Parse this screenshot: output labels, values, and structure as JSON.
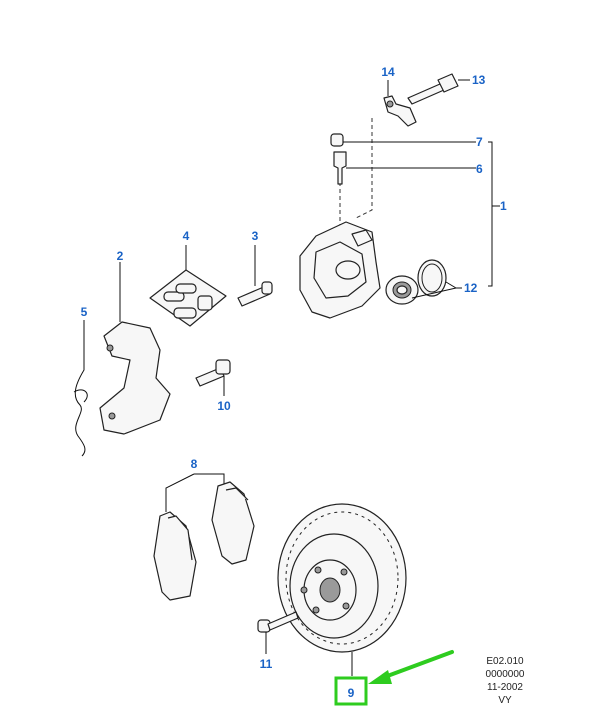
{
  "callouts": {
    "c1": "1",
    "c2": "2",
    "c3": "3",
    "c4": "4",
    "c5": "5",
    "c6": "6",
    "c7": "7",
    "c8": "8",
    "c9": "9",
    "c10": "10",
    "c11": "11",
    "c12": "12",
    "c13": "13",
    "c14": "14"
  },
  "reference": {
    "code": "E02.010",
    "number": "0000000",
    "date": "11-2002",
    "initials": "VY"
  },
  "colors": {
    "callout": "#1a63c6",
    "highlight_box": "#2ecc1f",
    "arrow": "#2ecc1f"
  }
}
